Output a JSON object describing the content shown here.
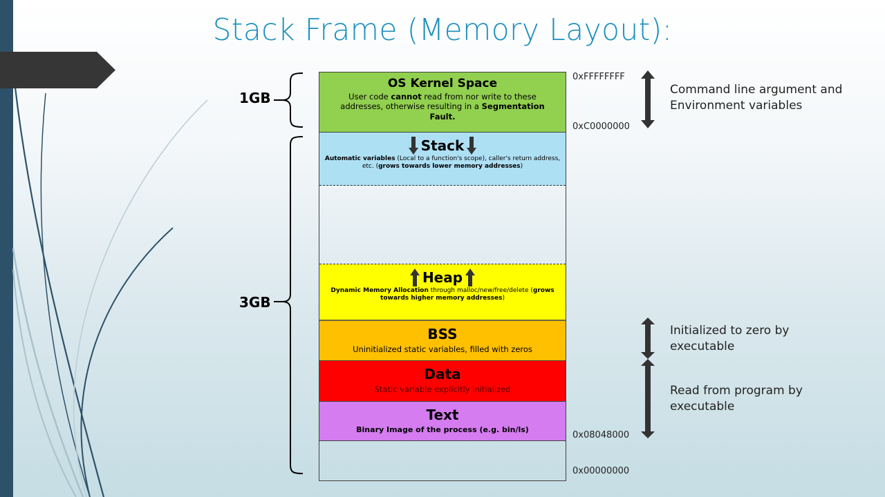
{
  "slide": {
    "title": "Stack Frame (Memory Layout):",
    "accent_color": "#1c8fbd",
    "sidebar_color": "#2d5168"
  },
  "memory_layout": {
    "segments": [
      {
        "name": "kernel",
        "title": "OS Kernel Space",
        "desc_parts": [
          "User code ",
          "cannot",
          " read from nor write to these addresses,  otherwise resulting in a ",
          "Segmentation Fault."
        ],
        "color": "#92d050"
      },
      {
        "name": "stack",
        "title": "Stack",
        "arrow": "down",
        "desc_parts": [
          "Automatic variables",
          " (Local to a function's scope), caller's return address, etc. (",
          "grows towards lower memory addresses",
          ")"
        ],
        "color": "#aee0f4"
      },
      {
        "name": "free-space",
        "title": "",
        "color": "transparent"
      },
      {
        "name": "heap",
        "title": "Heap",
        "arrow": "up",
        "desc_parts": [
          "Dynamic Memory Allocation",
          " through malloc/new/free/delete (",
          "grows towards higher memory addresses",
          ")"
        ],
        "color": "#ffff00"
      },
      {
        "name": "bss",
        "title": "BSS",
        "desc": "Uninitialized static variables, filled with zeros",
        "color": "#ffc000"
      },
      {
        "name": "data",
        "title": "Data",
        "desc": "Static variable explicitly initialized",
        "color": "#ff0000"
      },
      {
        "name": "text",
        "title": "Text",
        "desc": "Binary Image of the process (e.g. bin/ls)",
        "color": "#d47cf0"
      },
      {
        "name": "reserved",
        "title": "",
        "color": "transparent"
      }
    ]
  },
  "sizes": {
    "upper": "1GB",
    "lower": "3GB"
  },
  "addresses": {
    "top": "0xFFFFFFFF",
    "kernel_boundary": "0xC0000000",
    "text_start": "0x08048000",
    "bottom": "0x00000000"
  },
  "notes": {
    "kernel_range": "Command line argument and Environment variables",
    "bss_range": "Initialized to zero by executable",
    "data_text_range": "Read from program by executable"
  }
}
